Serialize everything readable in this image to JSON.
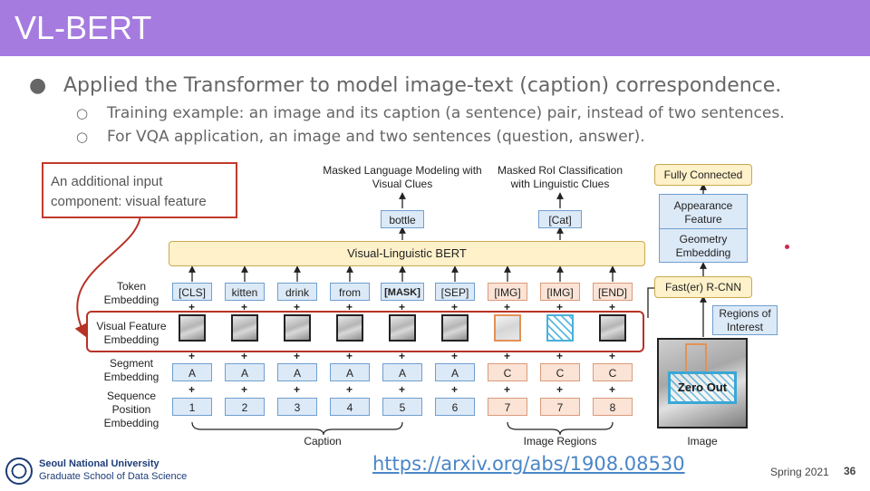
{
  "slide": {
    "title": "VL-BERT",
    "bullet_main": "Applied the Transformer to model image-text (caption) correspondence.",
    "sub_bullets": [
      "Training example: an image and its caption (a sentence) pair, instead of two sentences.",
      "For VQA application, an image and two sentences (question, answer)."
    ],
    "bullet_dot": "●",
    "sub_dot": "○"
  },
  "diagram": {
    "callout": "An additional input component: visual feature",
    "head_left": "Masked Language Modeling with Visual Clues",
    "head_right": "Masked RoI Classification with Linguistic Clues",
    "out_left": "bottle",
    "out_right": "[Cat]",
    "bert_label": "Visual-Linguistic BERT",
    "row_labels": {
      "token": "Token Embedding",
      "visual": "Visual Feature Embedding",
      "segment": "Segment Embedding",
      "sequence": "Sequence Position Embedding"
    },
    "tokens": [
      "[CLS]",
      "kitten",
      "drink",
      "from",
      "[MASK]",
      "[SEP]",
      "[IMG]",
      "[IMG]",
      "[END]"
    ],
    "segments": [
      "A",
      "A",
      "A",
      "A",
      "A",
      "A",
      "C",
      "C",
      "C"
    ],
    "positions": [
      "1",
      "2",
      "3",
      "4",
      "5",
      "6",
      "7",
      "7",
      "8"
    ],
    "group_caption": "Caption",
    "group_regions": "Image Regions",
    "fully_connected": "Fully Connected",
    "appearance": "Appearance Feature",
    "geometry": "Geometry Embedding",
    "rcnn": "Fast(er) R-CNN",
    "roi": "Regions of Interest",
    "zero_out": "Zero Out",
    "image_label": "Image",
    "plus": "+"
  },
  "footer": {
    "url": "https://arxiv.org/abs/1908.08530",
    "university": "Seoul National University",
    "school": "Graduate School of Data Science",
    "semester": "Spring 2021",
    "page": "36"
  },
  "colors": {
    "title_bar": "#a57be0",
    "text_token": "#dce9f7",
    "image_token": "#fbe3d6",
    "bert": "#fff1c9",
    "highlight": "#b83227"
  }
}
